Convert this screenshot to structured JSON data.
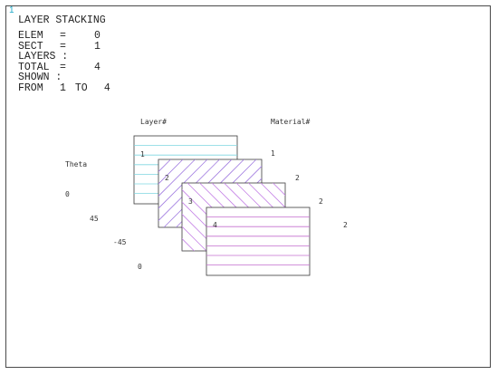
{
  "window": {
    "number": "1"
  },
  "header": {
    "title": "LAYER STACKING",
    "elem_label": "ELEM",
    "elem_eq": "=",
    "elem_value": "0",
    "sect_label": "SECT",
    "sect_eq": "=",
    "sect_value": "1",
    "layers_label": "LAYERS :",
    "total_label": "TOTAL",
    "total_eq": "=",
    "total_value": "4",
    "shown_label": "SHOWN :",
    "from_label": "FROM",
    "from_value": "1",
    "to_label": "TO",
    "to_value": "4"
  },
  "columns": {
    "layer_header": "Layer#",
    "material_header": "Material#",
    "theta_header": "Theta"
  },
  "colors": {
    "layer1_hatch": "#7fd6e0",
    "layer2_hatch": "#a27ee0",
    "layer3_hatch": "#c583e6",
    "layer4_hatch": "#c46fcf",
    "outline": "#3a3a3a"
  },
  "layers": [
    {
      "layer": "1",
      "material": "1",
      "theta": "0",
      "theta_deg": 0
    },
    {
      "layer": "2",
      "material": "2",
      "theta": "45",
      "theta_deg": 45
    },
    {
      "layer": "3",
      "material": "2",
      "theta": "-45",
      "theta_deg": -45
    },
    {
      "layer": "4",
      "material": "2",
      "theta": "0",
      "theta_deg": 0
    }
  ]
}
